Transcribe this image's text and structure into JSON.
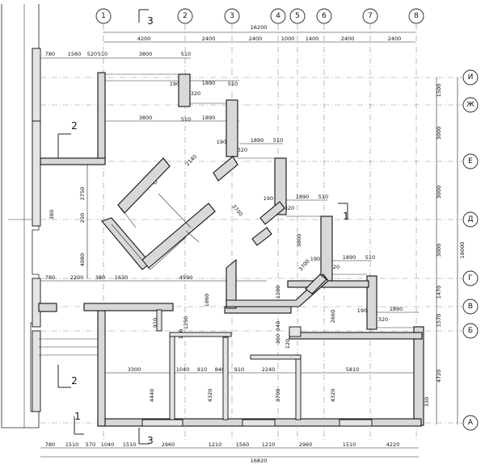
{
  "axes_top": [
    "1",
    "2",
    "3",
    "4",
    "5",
    "6",
    "7",
    "8"
  ],
  "axes_right": [
    "И",
    "Ж",
    "Е",
    "Д",
    "Г",
    "В",
    "Б",
    "А"
  ],
  "top_dims": {
    "overall": "16200",
    "axis_row": [
      "4200",
      "2400",
      "2400",
      "1000",
      "1400",
      "2400",
      "2400"
    ],
    "detail_row": [
      "780",
      "1560",
      "520",
      "510",
      "3800",
      "510"
    ]
  },
  "bottom_dims": {
    "overall": "16820",
    "row": [
      "780",
      "1510",
      "570",
      "1040",
      "1510",
      "2960",
      "1210",
      "1560",
      "1210",
      "2960",
      "1510",
      "4220"
    ]
  },
  "right_dims": {
    "overall": "18000",
    "row": [
      "1500",
      "3000",
      "3000",
      "3000",
      "1470",
      "1570",
      "4720"
    ]
  },
  "left_dims": [
    "2750",
    "4080",
    "780",
    "2200",
    "380",
    "1630",
    "4590"
  ],
  "room_dims": [
    "3800",
    "1890",
    "1890",
    "1890",
    "1890",
    "1890",
    "1890",
    "320",
    "320",
    "320",
    "320",
    "320",
    "190",
    "190",
    "190",
    "190",
    "190",
    "510",
    "510",
    "510",
    "510",
    "510",
    "3300",
    "1040",
    "910",
    "840",
    "910",
    "2240",
    "5810",
    "4440",
    "4320",
    "3700",
    "4320",
    "1860",
    "1280",
    "3800",
    "3700",
    "2140",
    "3700",
    "2750",
    "1250",
    "910",
    "120",
    "120",
    "330",
    "380",
    "250",
    "2660",
    "940",
    "360"
  ],
  "section_marks": [
    "3",
    "3",
    "2",
    "2",
    "1",
    "1"
  ]
}
